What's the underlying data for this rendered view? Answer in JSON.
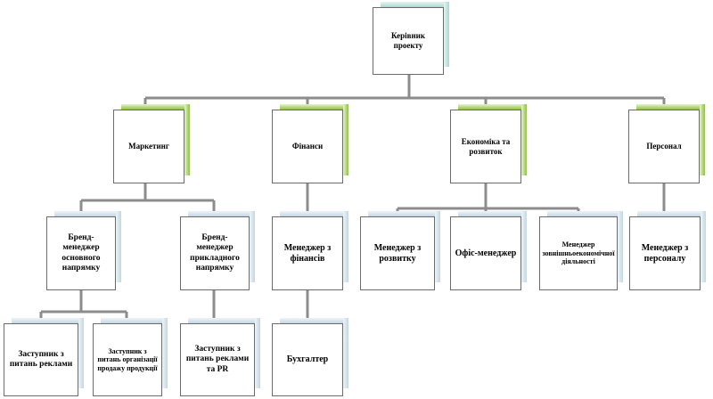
{
  "colors": {
    "connector": "#8c8c8c",
    "border": "#6b6b6b",
    "root_accent": "#a8d9d0",
    "level1_accent": "#8fc23f",
    "level2_accent": "#c3d7e4"
  },
  "org_chart": {
    "root": "Керівник проекту",
    "departments": [
      "Маркетинг",
      "Фінанси",
      "Економіка та розвиток",
      "Персонал"
    ],
    "marketing_roles": [
      "Бренд-менеджер основного напрямку",
      "Бренд-менеджер прикладного напрямку"
    ],
    "finance_roles": [
      "Менеджер з фінансів"
    ],
    "economics_roles": [
      "Менеджер з розвитку",
      "Офіс-менеджер",
      "Менеджер зовнішньоекономічної діяльності"
    ],
    "personnel_roles": [
      "Менеджер з персоналу"
    ],
    "brand_main_deputies": [
      "Заступник з питань реклами",
      "Заступник з питань організації продажу продукції"
    ],
    "brand_applied_deputies": [
      "Заступник з питань реклами та PR"
    ],
    "finance_staff": [
      "Бухгалтер"
    ]
  }
}
